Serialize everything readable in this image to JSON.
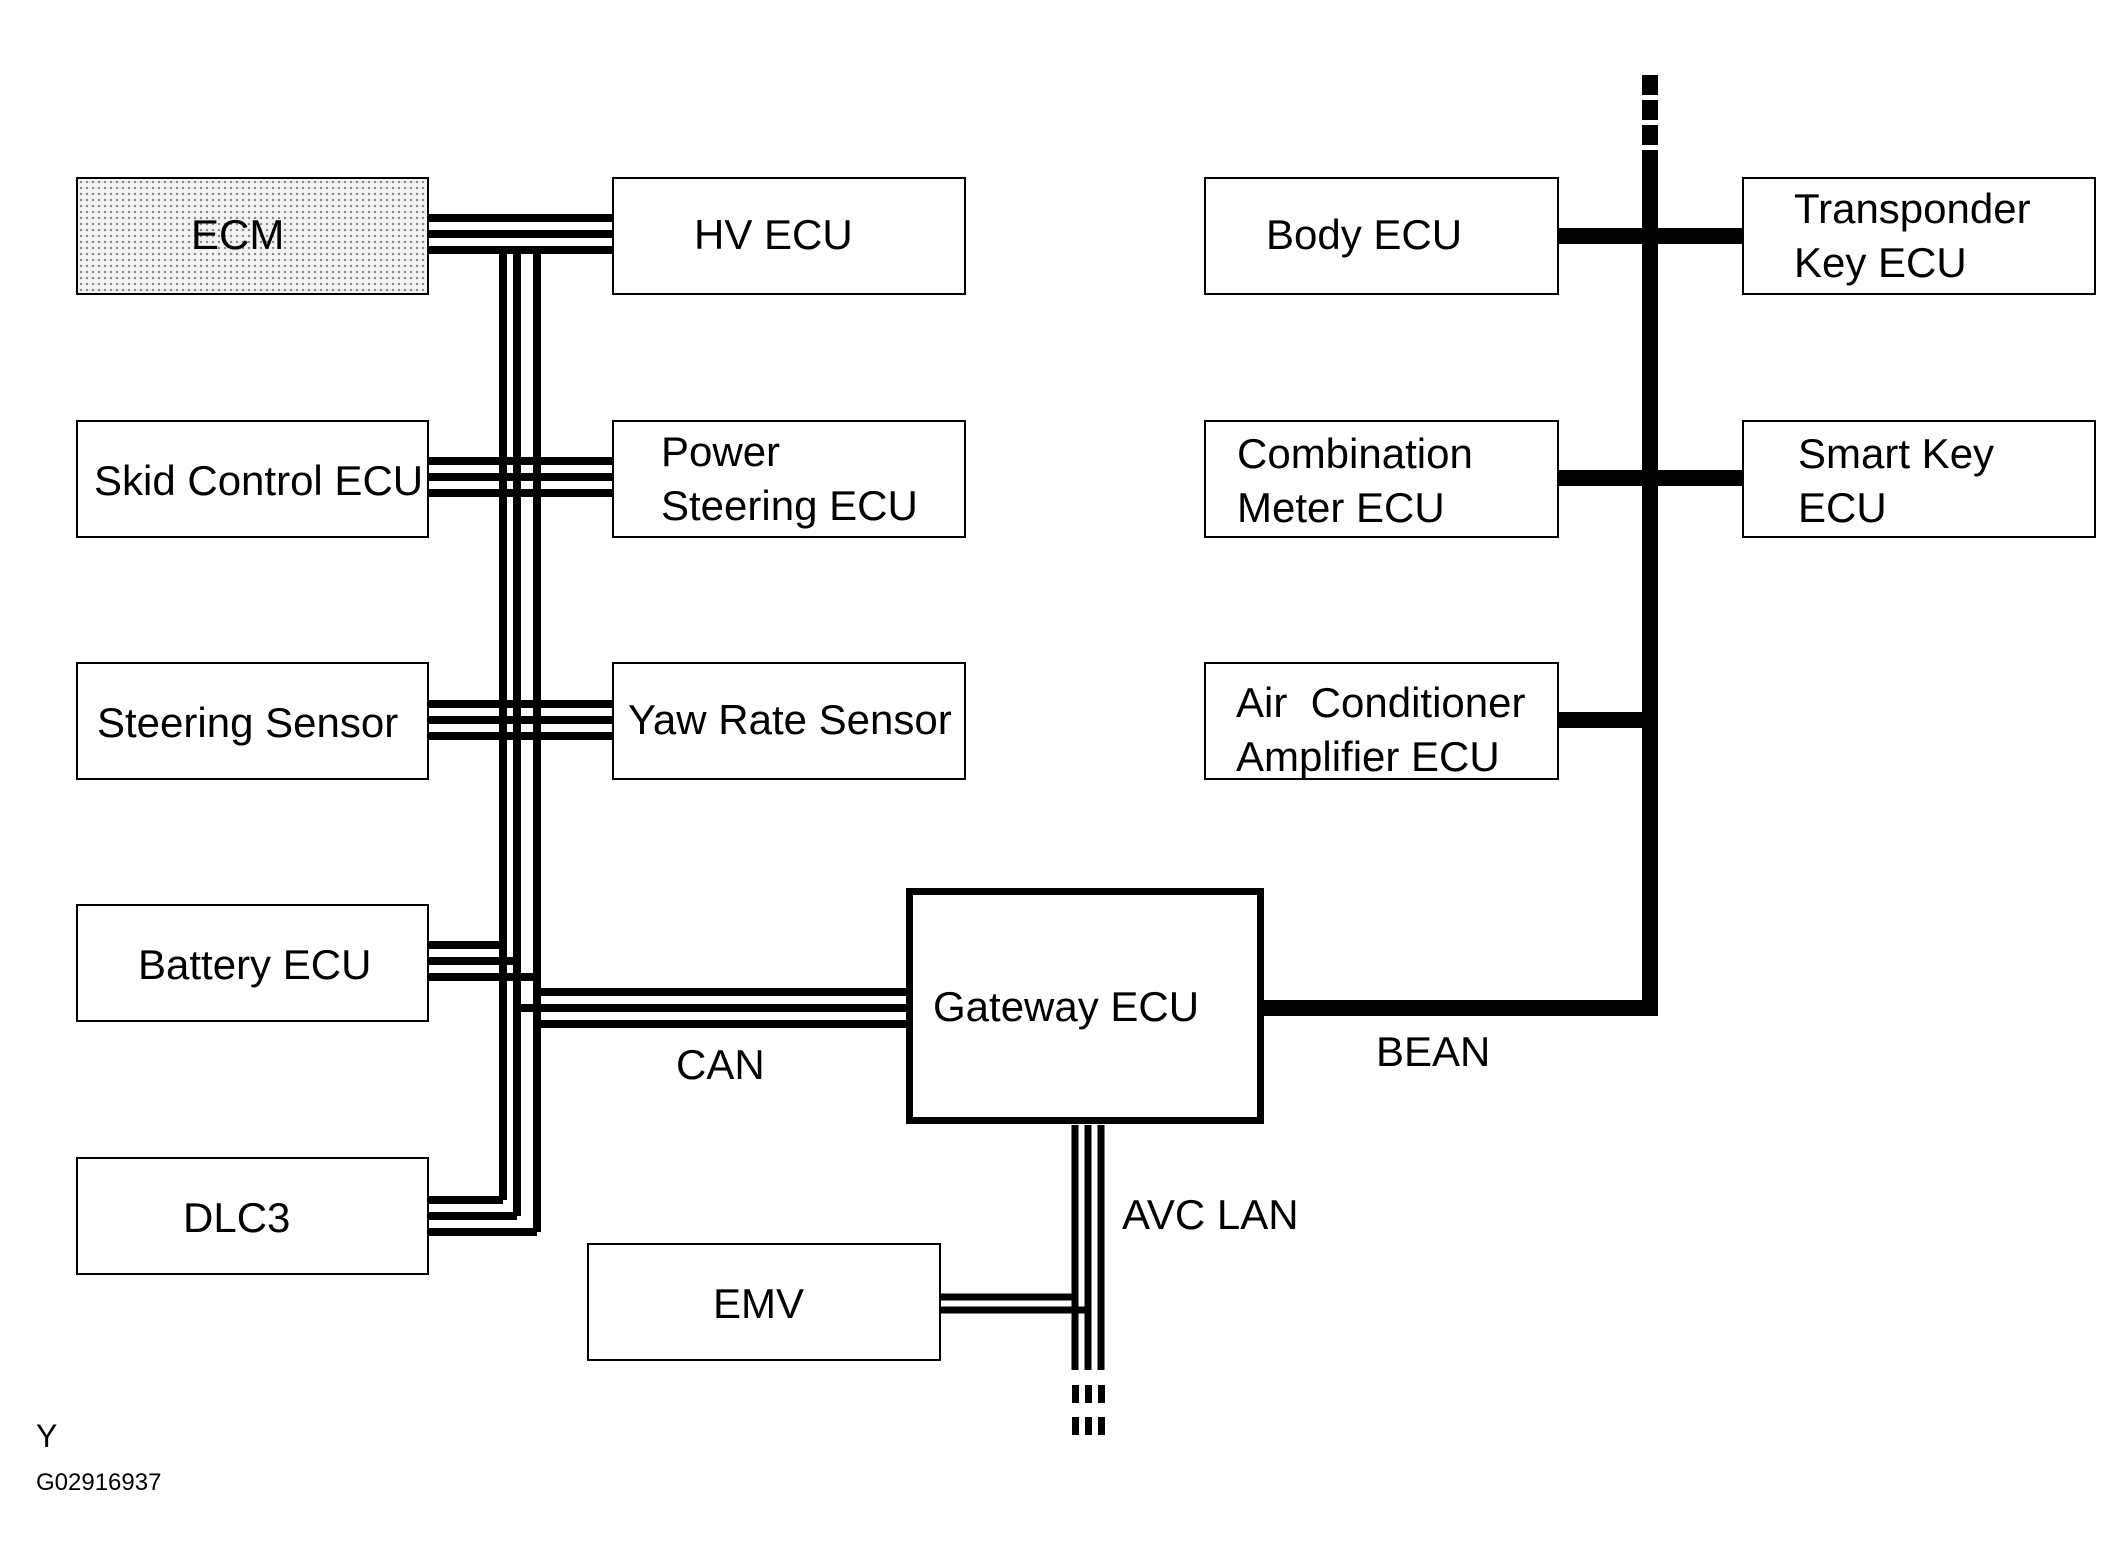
{
  "nodes": {
    "ecm": "ECM",
    "hv_ecu": "HV ECU",
    "skid_control_ecu": "Skid Control ECU",
    "power_steering_ecu": [
      "Power",
      "Steering ECU"
    ],
    "steering_sensor": "Steering Sensor",
    "yaw_rate_sensor": "Yaw Rate Sensor",
    "battery_ecu": "Battery ECU",
    "dlc3": "DLC3",
    "gateway_ecu": "Gateway ECU",
    "emv": "EMV",
    "body_ecu": "Body ECU",
    "transponder_key_ecu": [
      "Transponder",
      "Key ECU"
    ],
    "combination_meter_ecu": [
      "Combination",
      "Meter ECU"
    ],
    "smart_key_ecu": [
      "Smart Key",
      "ECU"
    ],
    "air_conditioner_amplifier_ecu": [
      "Air  Conditioner",
      "Amplifier ECU"
    ]
  },
  "buses": {
    "can": "CAN",
    "bean": "BEAN",
    "avc_lan": "AVC LAN"
  },
  "corner_mark": "Y",
  "figure_id": "G02916937"
}
